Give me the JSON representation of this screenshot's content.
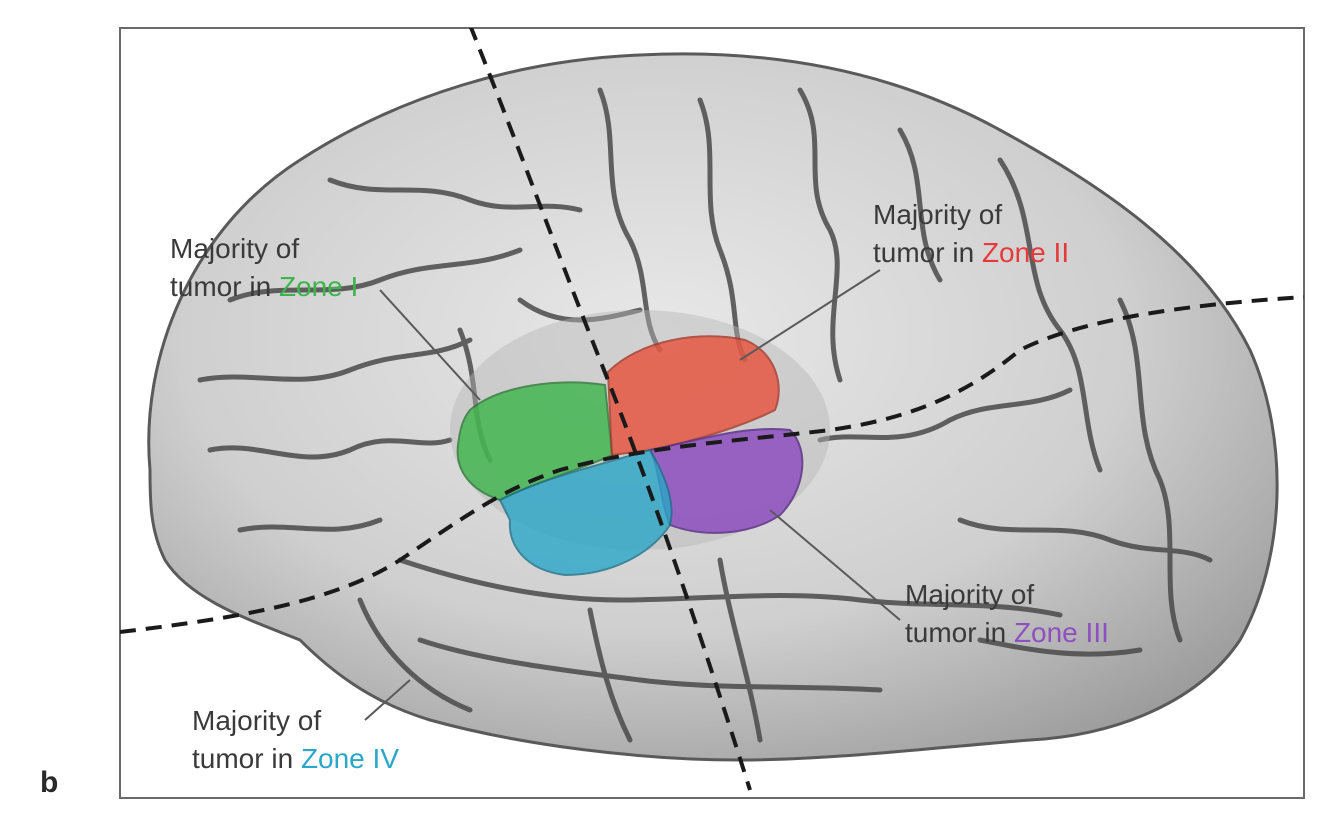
{
  "panel_letter": "b",
  "labels": {
    "zone1": {
      "line1": "Majority of",
      "prefix": "tumor in ",
      "zone": "Zone I",
      "color": "#3cb54a"
    },
    "zone2": {
      "line1": "Majority of",
      "prefix": "tumor in ",
      "zone": "Zone II",
      "color": "#e8393a"
    },
    "zone3": {
      "line1": "Majority of",
      "prefix": "tumor in ",
      "zone": "Zone III",
      "color": "#8e4fc0"
    },
    "zone4": {
      "line1": "Majority of",
      "prefix": "tumor in ",
      "zone": "Zone IV",
      "color": "#2aa7c9"
    }
  },
  "colors": {
    "brain_fill": "#c9c9c9",
    "sulcus": "#4a4a4a",
    "frame": "#6a6a6a",
    "divider": "#1a1a1a"
  }
}
